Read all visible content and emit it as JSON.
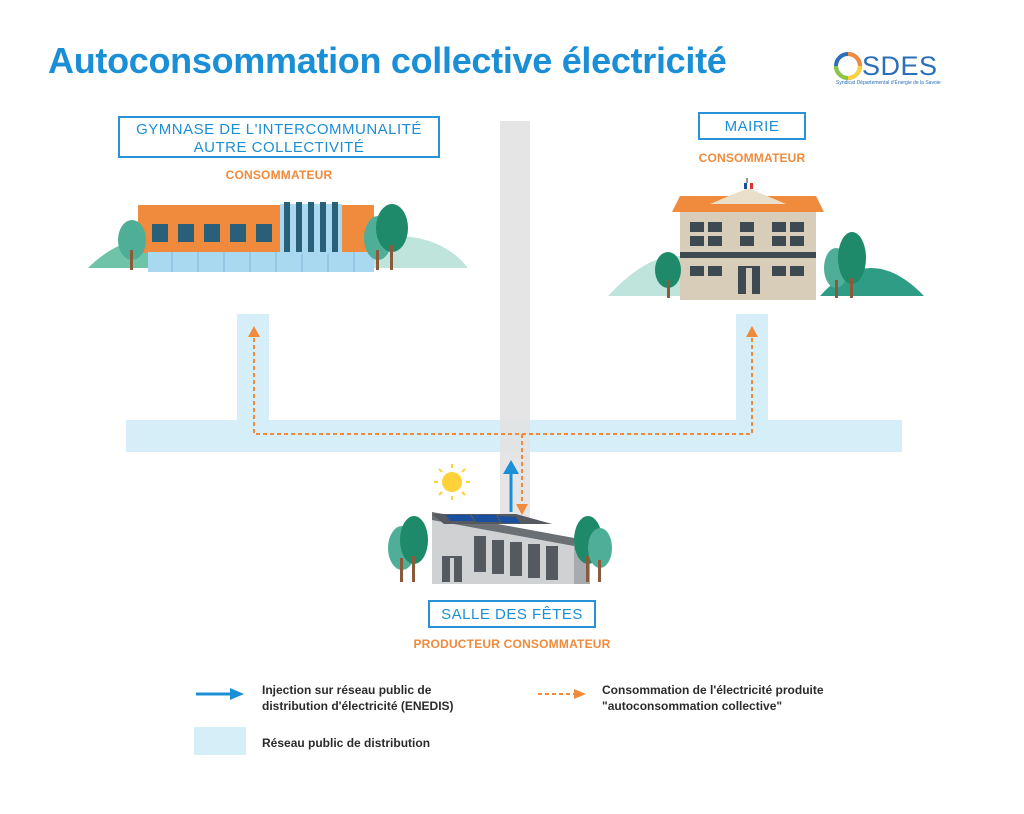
{
  "title": "Autoconsommation collective électricité",
  "logo": {
    "name": "SDES",
    "subtitle": "Syndicat Départemental d'Énergie de la Savoie"
  },
  "buildings": {
    "gymnase": {
      "label_line1": "GYMNASE DE L'INTERCOMMUNALITÉ",
      "label_line2": "AUTRE COLLECTIVITÉ",
      "role": "CONSOMMATEUR"
    },
    "mairie": {
      "label": "MAIRIE",
      "role": "CONSOMMATEUR"
    },
    "salle": {
      "label": "SALLE DES FÊTES",
      "role": "PRODUCTEUR CONSOMMATEUR"
    }
  },
  "legend": {
    "injection_line1": "Injection sur réseau public de",
    "injection_line2": "distribution d'électricité (ENEDIS)",
    "consommation_line1": "Consommation de l'électricité produite",
    "consommation_line2": "\"autoconsommation collective\"",
    "reseau": "Réseau public de distribution"
  },
  "colors": {
    "title_blue": "#1b8fd6",
    "arrow_blue": "#1b8fd6",
    "arrow_orange": "#f08a3c",
    "network_light_blue": "#d6eef8",
    "vertical_grey": "#e3e3e3",
    "gym_orange": "#f08a3c",
    "mairie_beige": "#d8cdb8",
    "salle_grey": "#cfd1d3",
    "tree_green": "#1e8a6a",
    "hill_green": "#bfe4dc"
  }
}
